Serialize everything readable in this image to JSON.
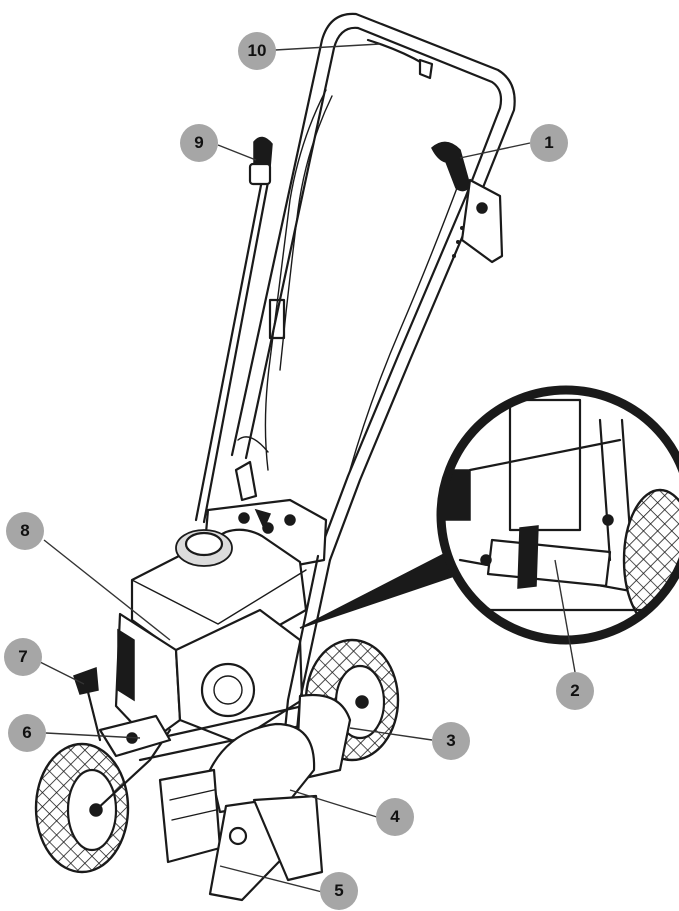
{
  "callouts": [
    {
      "label": "1"
    },
    {
      "label": "2"
    },
    {
      "label": "3"
    },
    {
      "label": "4"
    },
    {
      "label": "5"
    },
    {
      "label": "6"
    },
    {
      "label": "7"
    },
    {
      "label": "8"
    },
    {
      "label": "9"
    },
    {
      "label": "10"
    }
  ],
  "colors": {
    "callout_fill": "#a6a6a6",
    "line": "#1a1a1a",
    "background": "#ffffff"
  }
}
